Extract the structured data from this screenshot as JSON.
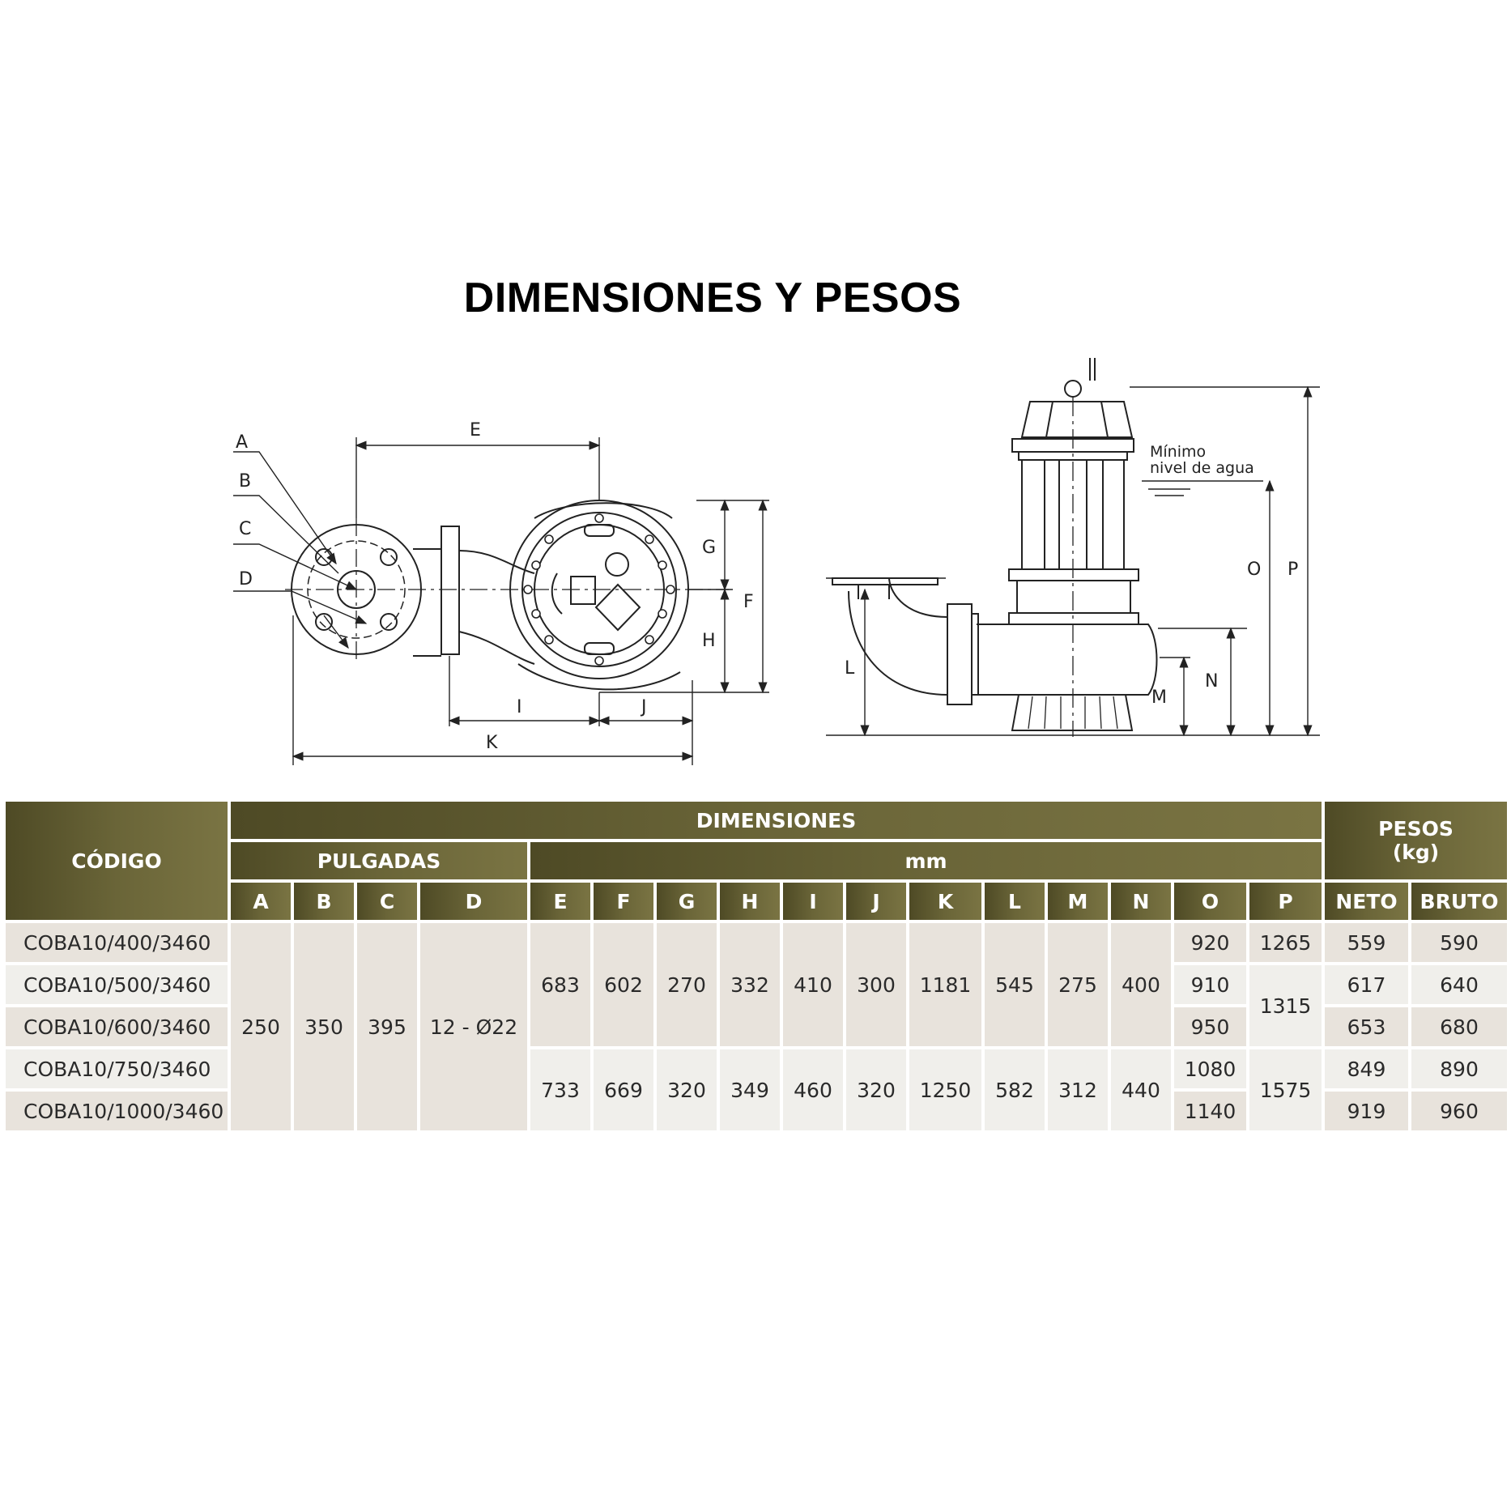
{
  "title": "DIMENSIONES Y PESOS",
  "drawing": {
    "plan_labels": [
      "A",
      "B",
      "C",
      "D",
      "E",
      "F",
      "G",
      "H",
      "I",
      "J",
      "K"
    ],
    "side_labels": [
      "L",
      "M",
      "N",
      "O",
      "P"
    ],
    "water_note_line1": "Mínimo",
    "water_note_line2": "nivel de agua"
  },
  "table": {
    "codigo": "CÓDIGO",
    "dimensiones": "DIMENSIONES",
    "pulgadas": "PULGADAS",
    "mm": "mm",
    "pesos": "PESOS",
    "kg": "(kg)",
    "cols": [
      "A",
      "B",
      "C",
      "D",
      "E",
      "F",
      "G",
      "H",
      "I",
      "J",
      "K",
      "L",
      "M",
      "N",
      "O",
      "P",
      "NETO",
      "BRUTO"
    ],
    "codes": [
      "COBA10/400/3460",
      "COBA10/500/3460",
      "COBA10/600/3460",
      "COBA10/750/3460",
      "COBA10/1000/3460"
    ],
    "pulgadas_values": {
      "A": "250",
      "B": "350",
      "C": "395",
      "D": "12 - Ø22"
    },
    "group1": {
      "E": "683",
      "F": "602",
      "G": "270",
      "H": "332",
      "I": "410",
      "J": "300",
      "K": "1181",
      "L": "545",
      "M": "275",
      "N": "400"
    },
    "group2": {
      "E": "733",
      "F": "669",
      "G": "320",
      "H": "349",
      "I": "460",
      "J": "320",
      "K": "1250",
      "L": "582",
      "M": "312",
      "N": "440"
    },
    "O": [
      "920",
      "910",
      "950",
      "1080",
      "1140"
    ],
    "P": [
      "1265",
      "1315",
      "1575"
    ],
    "neto": [
      "559",
      "617",
      "653",
      "849",
      "919"
    ],
    "bruto": [
      "590",
      "640",
      "680",
      "890",
      "960"
    ]
  }
}
